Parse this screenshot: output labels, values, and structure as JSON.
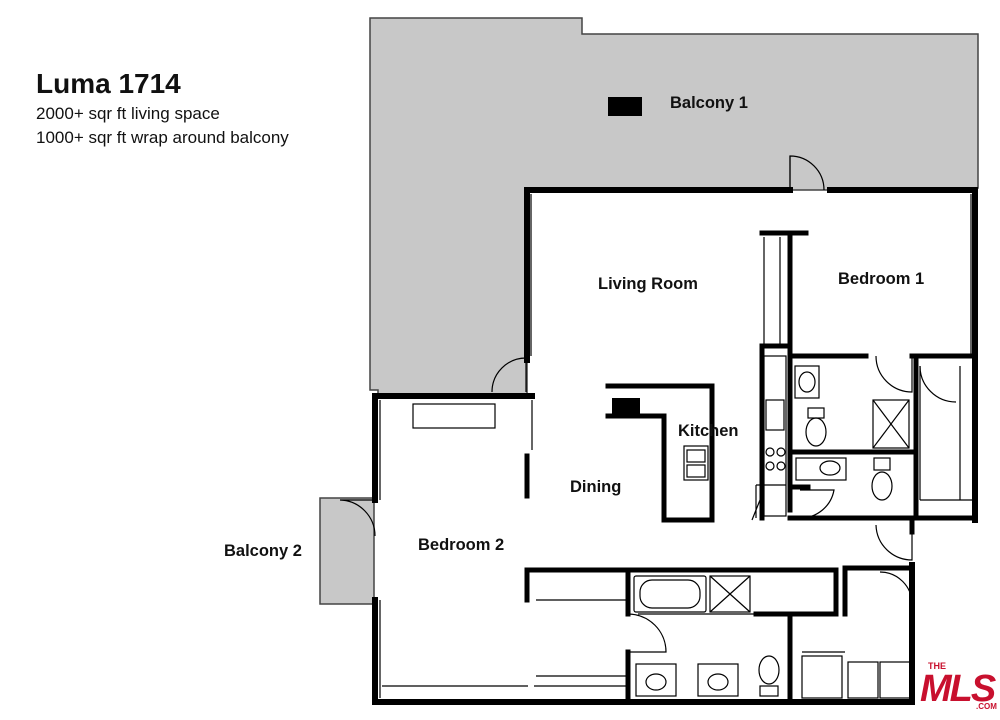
{
  "header": {
    "title": "Luma 1714",
    "line1": "2000+ sqr ft living space",
    "line2": "1000+ sqr ft wrap around balcony"
  },
  "rooms": {
    "balcony1": "Balcony 1",
    "living_room": "Living Room",
    "bedroom1": "Bedroom 1",
    "kitchen": "Kitchen",
    "dining": "Dining",
    "bedroom2": "Bedroom 2",
    "balcony2": "Balcony 2"
  },
  "logo": {
    "prefix": "THE",
    "brand": "MLS",
    "suffix": ".COM"
  },
  "colors": {
    "wall": "#000000",
    "balcony": "#c8c8c8",
    "logo": "#c8102e"
  }
}
